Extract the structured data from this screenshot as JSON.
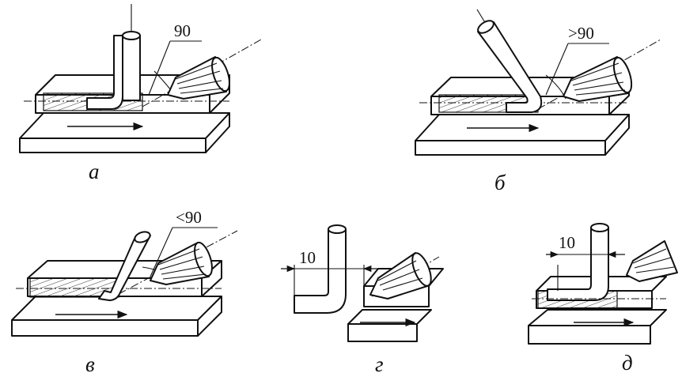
{
  "panels": [
    {
      "id": "a",
      "caption": "а",
      "angle_label": "90"
    },
    {
      "id": "b",
      "caption": "б",
      "angle_label": ">90"
    },
    {
      "id": "v",
      "caption": "в",
      "angle_label": "<90"
    },
    {
      "id": "g",
      "caption": "г",
      "dim_label": "10"
    },
    {
      "id": "d",
      "caption": "д",
      "dim_label": "10"
    }
  ]
}
